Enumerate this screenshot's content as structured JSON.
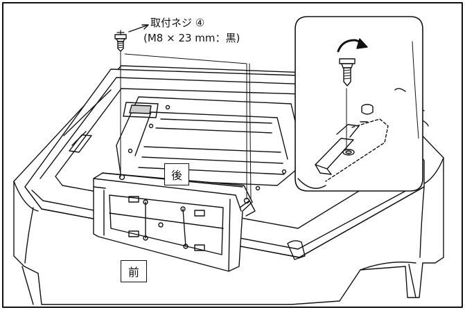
{
  "labels": {
    "screw_name": "取付ネジ ④",
    "screw_spec": "(M8 × 23 mm：黒)",
    "back": "後",
    "front": "前"
  },
  "colors": {
    "line": "#111111",
    "fill": "#ffffff",
    "shade": "#cfcfcf"
  },
  "icons": [
    "screw-icon",
    "rotate-arrow-icon"
  ]
}
